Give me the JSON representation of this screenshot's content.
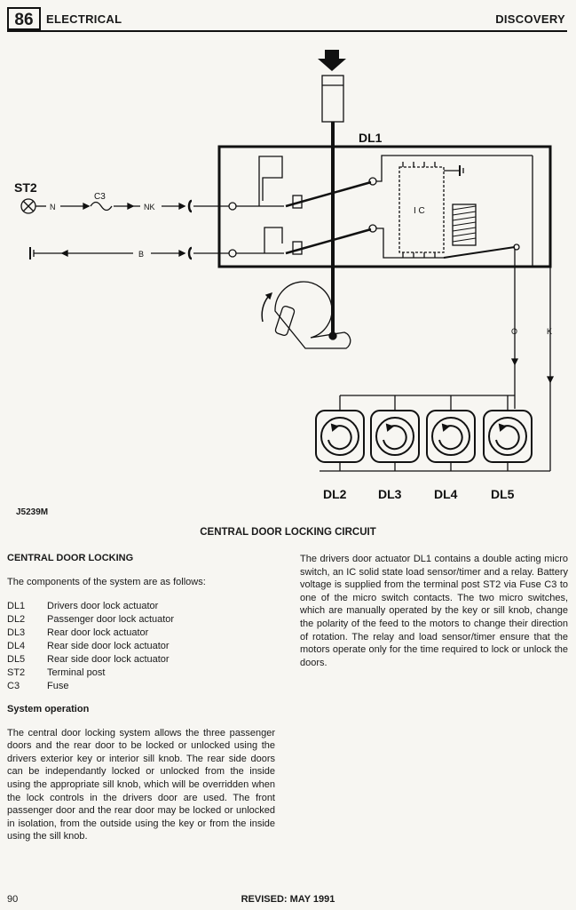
{
  "header": {
    "page_number": "86",
    "section": "ELECTRICAL",
    "model": "DISCOVERY"
  },
  "diagram": {
    "labels": {
      "dl1": "DL1",
      "st2": "ST2",
      "c3": "C3",
      "n": "N",
      "nk": "NK",
      "b": "B",
      "ic": "I C",
      "o": "O",
      "k": "K",
      "dl2": "DL2",
      "dl3": "DL3",
      "dl4": "DL4",
      "dl5": "DL5"
    },
    "figure_ref": "J5239M"
  },
  "caption": "CENTRAL DOOR LOCKING CIRCUIT",
  "left_column": {
    "heading": "CENTRAL DOOR LOCKING",
    "intro": "The components of the system are as follows:",
    "components": [
      {
        "code": "DL1",
        "desc": "Drivers door lock actuator"
      },
      {
        "code": "DL2",
        "desc": "Passenger door lock actuator"
      },
      {
        "code": "DL3",
        "desc": "Rear door lock actuator"
      },
      {
        "code": "DL4",
        "desc": "Rear side door lock actuator"
      },
      {
        "code": "DL5",
        "desc": "Rear side door lock actuator"
      },
      {
        "code": "ST2",
        "desc": "Terminal post"
      },
      {
        "code": "C3",
        "desc": "Fuse"
      }
    ],
    "subheading": "System operation",
    "body": "The central door locking system allows the three passenger doors and the rear door to be locked or unlocked using the drivers exterior key or interior sill knob. The rear side doors can be independantly locked or unlocked from the inside using the appropriate sill knob, which will be overridden when the lock controls in the drivers door are used. The front passenger door and the rear door may be locked or unlocked in isolation, from the outside using the key or from the inside using the sill knob."
  },
  "right_column": {
    "body": "The drivers door actuator DL1 contains a double acting micro switch, an IC solid state load sensor/timer and a relay. Battery voltage is supplied from the terminal post ST2 via Fuse C3 to one of the micro switch contacts. The two micro switches, which are manually operated by the key or sill knob, change the polarity of the feed to the motors to change their direction of rotation. The relay and load sensor/timer ensure that the motors operate only for the time required to lock or unlock the doors."
  },
  "footer": {
    "page": "90",
    "revised": "REVISED: MAY 1991"
  }
}
